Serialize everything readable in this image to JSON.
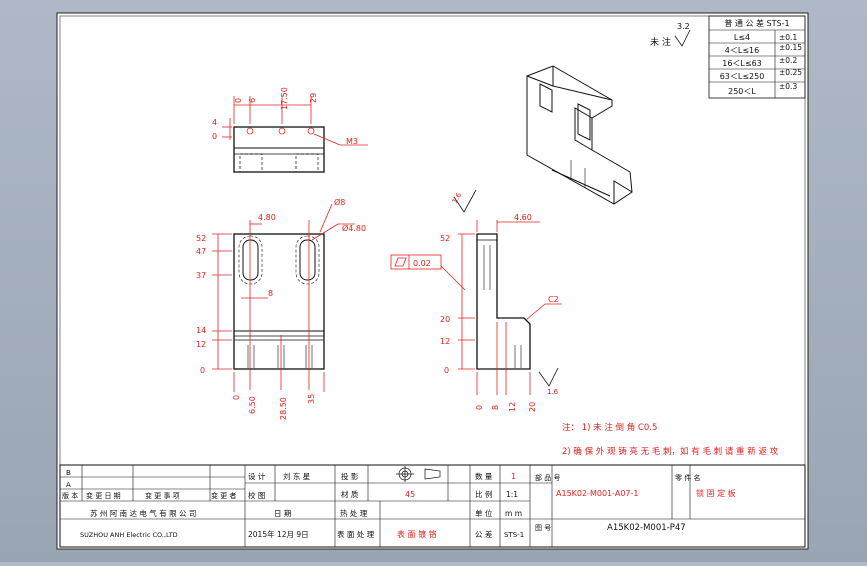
{
  "roughness": {
    "value": "3.2",
    "label": "未 注"
  },
  "tolerance_table": {
    "header": "普 通 公 差 STS-1",
    "rows": [
      {
        "range": "L≤4",
        "tol": "±0.1"
      },
      {
        "range": "4＜L≤16",
        "tol": "±0.15"
      },
      {
        "range": "16＜L≤63",
        "tol": "±0.2"
      },
      {
        "range": "63＜L≤250",
        "tol": "±0.25"
      },
      {
        "range": "250＜L",
        "tol": "±0.3"
      }
    ]
  },
  "top_view": {
    "dims_h": [
      "0",
      "6",
      "17.50",
      "29"
    ],
    "dims_v": [
      "4",
      "0"
    ],
    "thread": "M3"
  },
  "front_view": {
    "width": "4.80",
    "hole_d": "Ø8",
    "hole_d2": "Ø4.80",
    "inner": "8",
    "dims_v": [
      "52",
      "47",
      "37",
      "14",
      "12",
      "0"
    ],
    "dims_h": [
      "0",
      "6.50",
      "28.50",
      "35"
    ]
  },
  "side_view": {
    "roughness": "1.6",
    "thick": "4.60",
    "flatness": "0.02",
    "chamfer": "C2",
    "roughness2": "1.6",
    "dims_v": [
      "52",
      "20",
      "12",
      "0"
    ],
    "dims_h": [
      "0",
      "8",
      "12",
      "20"
    ]
  },
  "notes": {
    "line1": "注：  1)  未 注 倒 角 C0.5",
    "line2": "2)  确 保 外 观 铸 亮 无 毛 刺，如 有 毛 刺 请 重 新 返 攻"
  },
  "title_block": {
    "rev_b": "B",
    "rev_a": "A",
    "rev_headers": [
      "版 本",
      "变 更 日 期",
      "变 更 事 项",
      "变 更 者"
    ],
    "design_label": "设 计",
    "designer": "刘 东 星",
    "check_label": "校 图",
    "projection_label": "投 影",
    "material_label": "材 质",
    "material": "45",
    "qty_label": "数 量",
    "qty": "1",
    "scale_label": "比 例",
    "scale": "1:1",
    "unit_label": "单 位",
    "unit": "m m",
    "std_label": "公 差",
    "std": "STS-1",
    "part_no_label": "部 品 号",
    "part_no": "A15K02-M001-A07-1",
    "part_name_label": "零 件 名",
    "part_name": "锁 固 定 板",
    "drawing_no_label": "图 号",
    "drawing_no": "A15K02-M001-P47",
    "company_cn": "苏 州 阿 南 达 电 气 有 限 公 司",
    "company_en": "SUZHOU ANH Electric CO.,LTD",
    "date_label": "日 期",
    "date": "2015年 12月 9日",
    "heat_label": "热 处 理",
    "surface_label": "表 面 处 理",
    "surface": "表 面 镀 铬"
  }
}
